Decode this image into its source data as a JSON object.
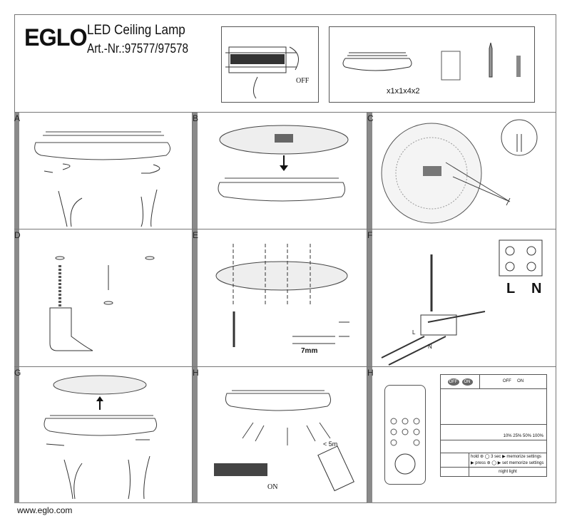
{
  "header": {
    "brand": "EGLO",
    "product_title": "LED Ceiling Lamp",
    "article_number": "Art.-Nr.:97577/97578",
    "power_off_label": "OFF",
    "parts_quantities": "x1x1x4x2"
  },
  "panels": [
    {
      "label": "A"
    },
    {
      "label": "B"
    },
    {
      "label": "C"
    },
    {
      "label": "D"
    },
    {
      "label": "E"
    },
    {
      "label": "F"
    },
    {
      "label": "G"
    },
    {
      "label": "H"
    },
    {
      "label": "H"
    }
  ],
  "panel_e": {
    "strip_length": "7mm"
  },
  "panel_f": {
    "live_label": "L",
    "neutral_label": "N",
    "wire_l": "L",
    "wire_n": "N"
  },
  "panel_h": {
    "power_on_label": "ON",
    "remote_range": "< 5m"
  },
  "remote_table": {
    "off": "OFF",
    "on": "ON",
    "off_on_caption": "OFF     ON",
    "brightness_levels": "10% 25% 50% 100%",
    "memorize_hold": "hold ⊛ ◯ 3 sec ▶ memorize settings",
    "memorize_press": "▶ press ⊛ ◯ ▶ set memorize settings",
    "night_light": "night light"
  },
  "footer": {
    "website": "www.eglo.com"
  }
}
